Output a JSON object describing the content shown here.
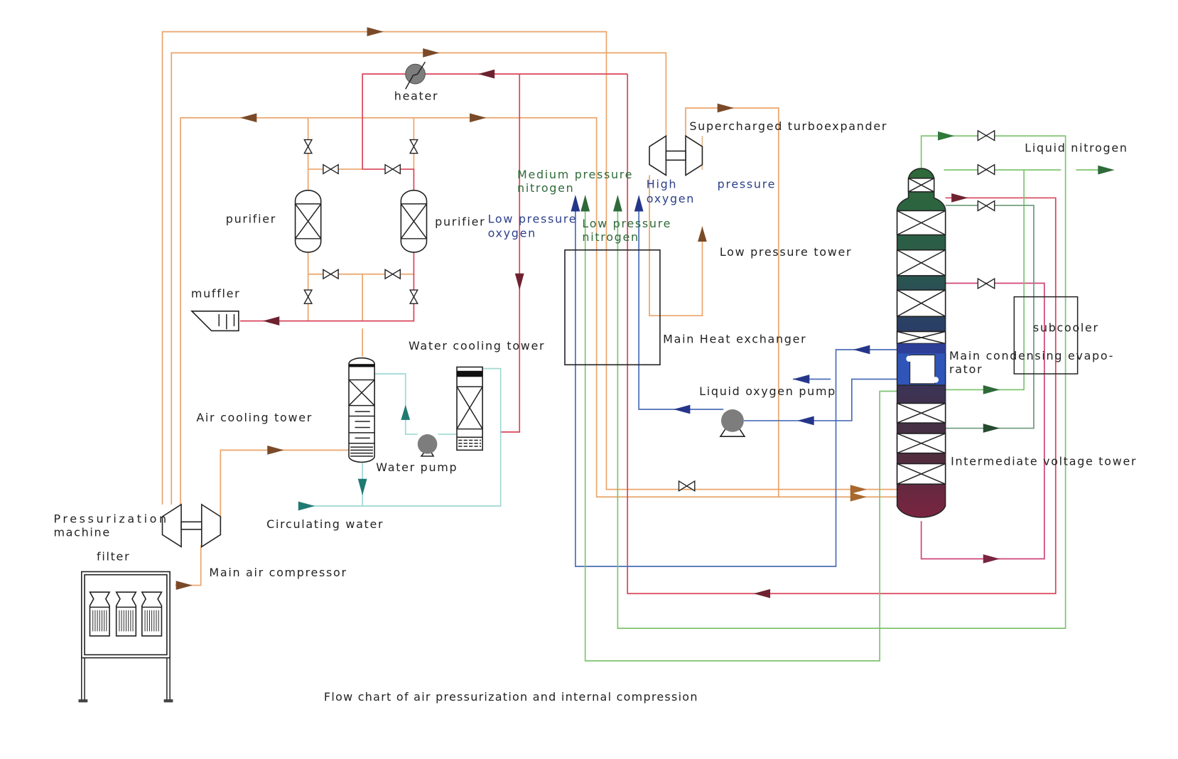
{
  "caption": "Flow chart of air pressurization and internal compression",
  "colors": {
    "air_arrow": "#7a4a28",
    "waste_arrow": "#6e2230",
    "nitrogen_arrow": "#2f6a3a",
    "oxygen_arrow": "#25368a",
    "water_arrow": "#1f7a72",
    "column_top": "#2f6a3a",
    "column_bottom": "#7a2440",
    "evaporator": "#2f55b8"
  },
  "labels": {
    "heater": "heater",
    "purifier_left": "purifier",
    "purifier_right": "purifier",
    "muffler": "muffler",
    "water_cooling_tower": "Water cooling tower",
    "air_cooling_tower": "Air cooling tower",
    "water_pump": "Water pump",
    "circulating_water": "Circulating water",
    "pressurization_machine_1": "Pressurization",
    "pressurization_machine_2": "machine",
    "filter": "filter",
    "main_air_compressor": "Main air compressor",
    "supercharged_turboexpander": "Supercharged turboexpander",
    "medium_pressure_nitrogen_1": "Medium  pressure",
    "medium_pressure_nitrogen_2": "nitrogen",
    "low_pressure_oxygen_1": "Low  pressure",
    "low_pressure_oxygen_2": "oxygen",
    "low_pressure_nitrogen_1": "Low  pressure",
    "low_pressure_nitrogen_2": "nitrogen",
    "high_pressure_oxygen_1": "High",
    "high_pressure_oxygen_2": "oxygen",
    "high_pressure_oxygen_3": "pressure",
    "low_pressure_tower": "Low pressure tower",
    "main_heat_exchanger": "Main Heat exchanger",
    "liquid_oxygen_pump": "Liquid oxygen pump",
    "liquid_nitrogen": "Liquid nitrogen",
    "subcooler": "subcooler",
    "main_condensing_evaporator_1": "Main condensing evapo-",
    "main_condensing_evaporator_2": "rator",
    "intermediate_voltage_tower": "Intermediate voltage tower"
  }
}
